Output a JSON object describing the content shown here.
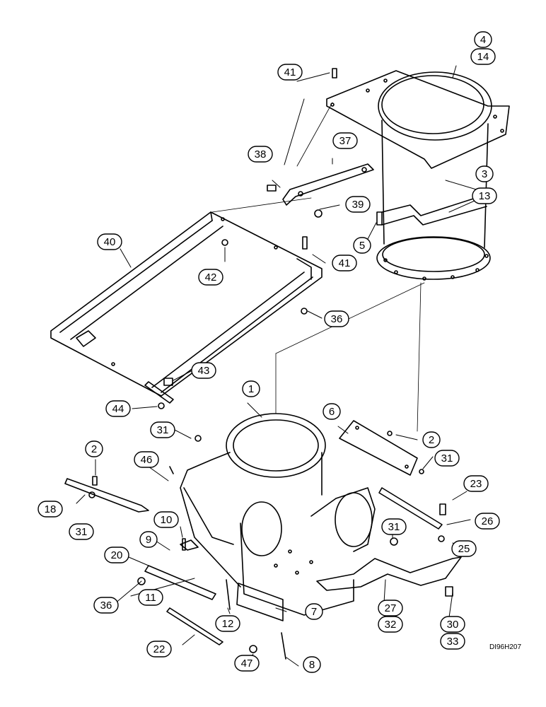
{
  "diagram": {
    "reference_code": "DI96H207",
    "callouts": [
      {
        "id": "c1",
        "label": "1"
      },
      {
        "id": "c2a",
        "label": "2"
      },
      {
        "id": "c2b",
        "label": "2"
      },
      {
        "id": "c3",
        "label": "3"
      },
      {
        "id": "c4",
        "label": "4"
      },
      {
        "id": "c5",
        "label": "5"
      },
      {
        "id": "c6",
        "label": "6"
      },
      {
        "id": "c7",
        "label": "7"
      },
      {
        "id": "c8",
        "label": "8"
      },
      {
        "id": "c9",
        "label": "9"
      },
      {
        "id": "c10",
        "label": "10"
      },
      {
        "id": "c11",
        "label": "11"
      },
      {
        "id": "c12",
        "label": "12"
      },
      {
        "id": "c13",
        "label": "13"
      },
      {
        "id": "c14",
        "label": "14"
      },
      {
        "id": "c18",
        "label": "18"
      },
      {
        "id": "c20",
        "label": "20"
      },
      {
        "id": "c22",
        "label": "22"
      },
      {
        "id": "c23",
        "label": "23"
      },
      {
        "id": "c25",
        "label": "25"
      },
      {
        "id": "c26",
        "label": "26"
      },
      {
        "id": "c27",
        "label": "27"
      },
      {
        "id": "c30",
        "label": "30"
      },
      {
        "id": "c31a",
        "label": "31"
      },
      {
        "id": "c31b",
        "label": "31"
      },
      {
        "id": "c31c",
        "label": "31"
      },
      {
        "id": "c31d",
        "label": "31"
      },
      {
        "id": "c32",
        "label": "32"
      },
      {
        "id": "c33",
        "label": "33"
      },
      {
        "id": "c36a",
        "label": "36"
      },
      {
        "id": "c36b",
        "label": "36"
      },
      {
        "id": "c37",
        "label": "37"
      },
      {
        "id": "c38",
        "label": "38"
      },
      {
        "id": "c39",
        "label": "39"
      },
      {
        "id": "c40",
        "label": "40"
      },
      {
        "id": "c41a",
        "label": "41"
      },
      {
        "id": "c41b",
        "label": "41"
      },
      {
        "id": "c42",
        "label": "42"
      },
      {
        "id": "c43",
        "label": "43"
      },
      {
        "id": "c44",
        "label": "44"
      },
      {
        "id": "c46",
        "label": "46"
      },
      {
        "id": "c47",
        "label": "47"
      }
    ]
  }
}
